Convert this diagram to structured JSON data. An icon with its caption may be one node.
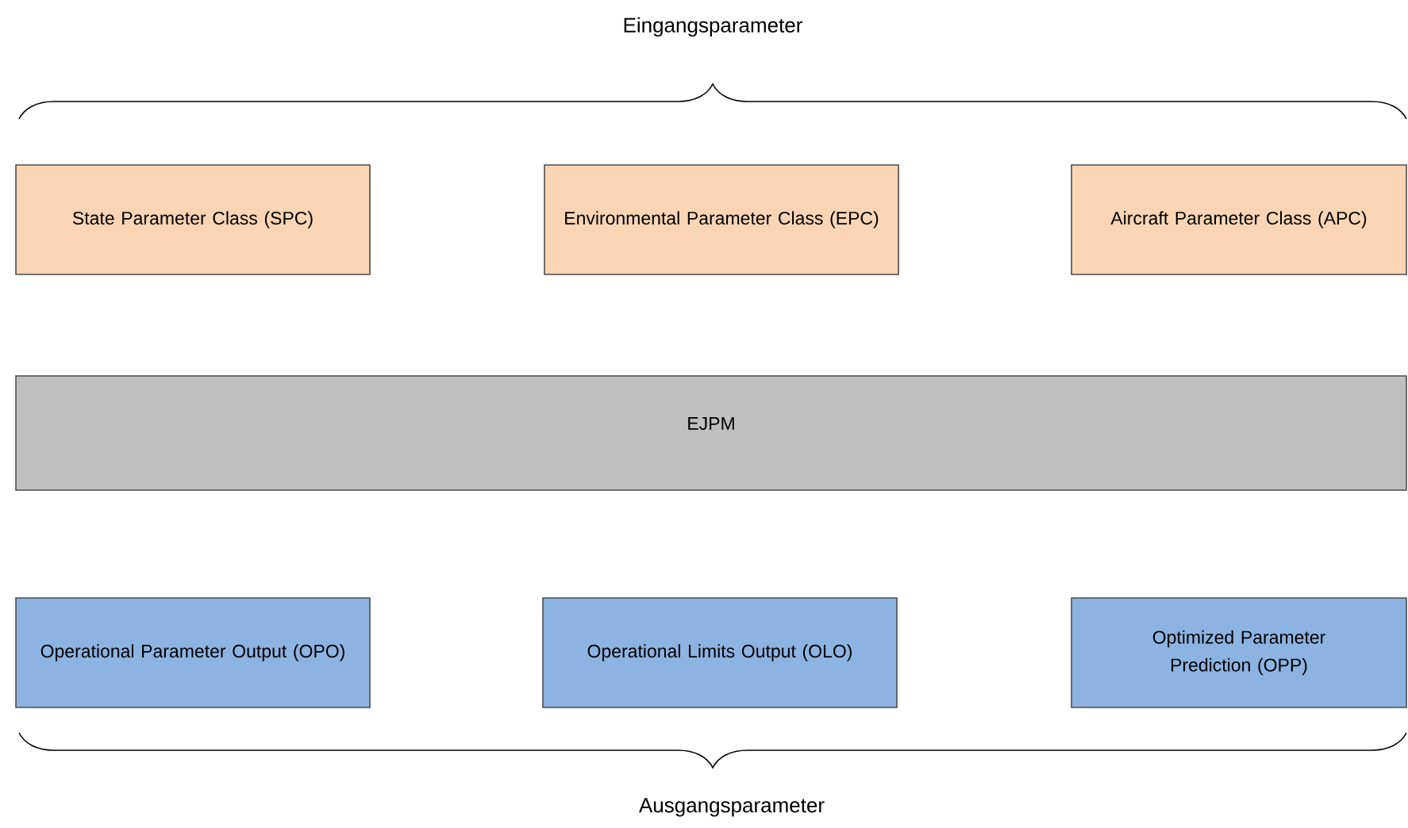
{
  "diagram": {
    "nodes": [
      {
        "text": [
          "State Parameter Class (SPC)"
        ]
      },
      {
        "text": [
          "Environmental Parameter Class (EPC)"
        ]
      },
      {
        "text": [
          "Aircraft Parameter Class (APC)"
        ]
      },
      {
        "text": [
          "EJPM"
        ]
      },
      {
        "text": [
          "Operational Parameter Output (OPO)"
        ]
      },
      {
        "text": [
          "Operational Limits Output (OLO)"
        ]
      },
      {
        "text": [
          "Optimized Parameter Prediction (OPP)"
        ]
      }
    ],
    "edges": [],
    "labels": [
      "Eingangsparameter",
      "Ausgangsparameter"
    ]
  }
}
